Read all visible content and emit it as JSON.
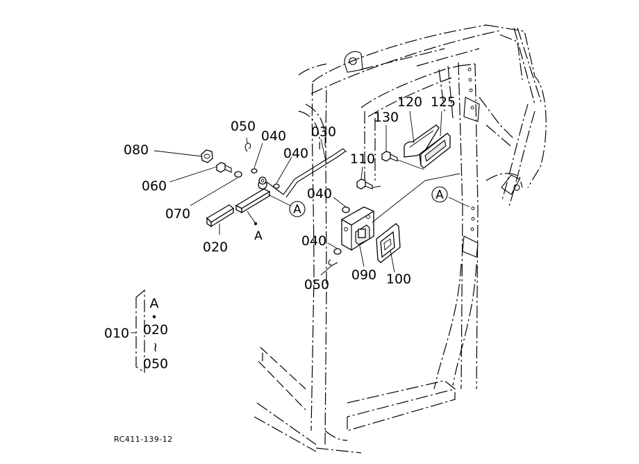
{
  "diagram": {
    "part_labels": [
      "080",
      "060",
      "070",
      "020",
      "050",
      "040",
      "040",
      "030",
      "110",
      "040",
      "040",
      "050",
      "090",
      "100",
      "120",
      "125",
      "130"
    ],
    "ref_marks": [
      "A",
      "A"
    ],
    "pointer_mark": "A",
    "kit": {
      "number": "010",
      "top": "A",
      "from": "020",
      "sep": "~",
      "to": "050"
    },
    "drawing_code": "RC411-139-12"
  }
}
